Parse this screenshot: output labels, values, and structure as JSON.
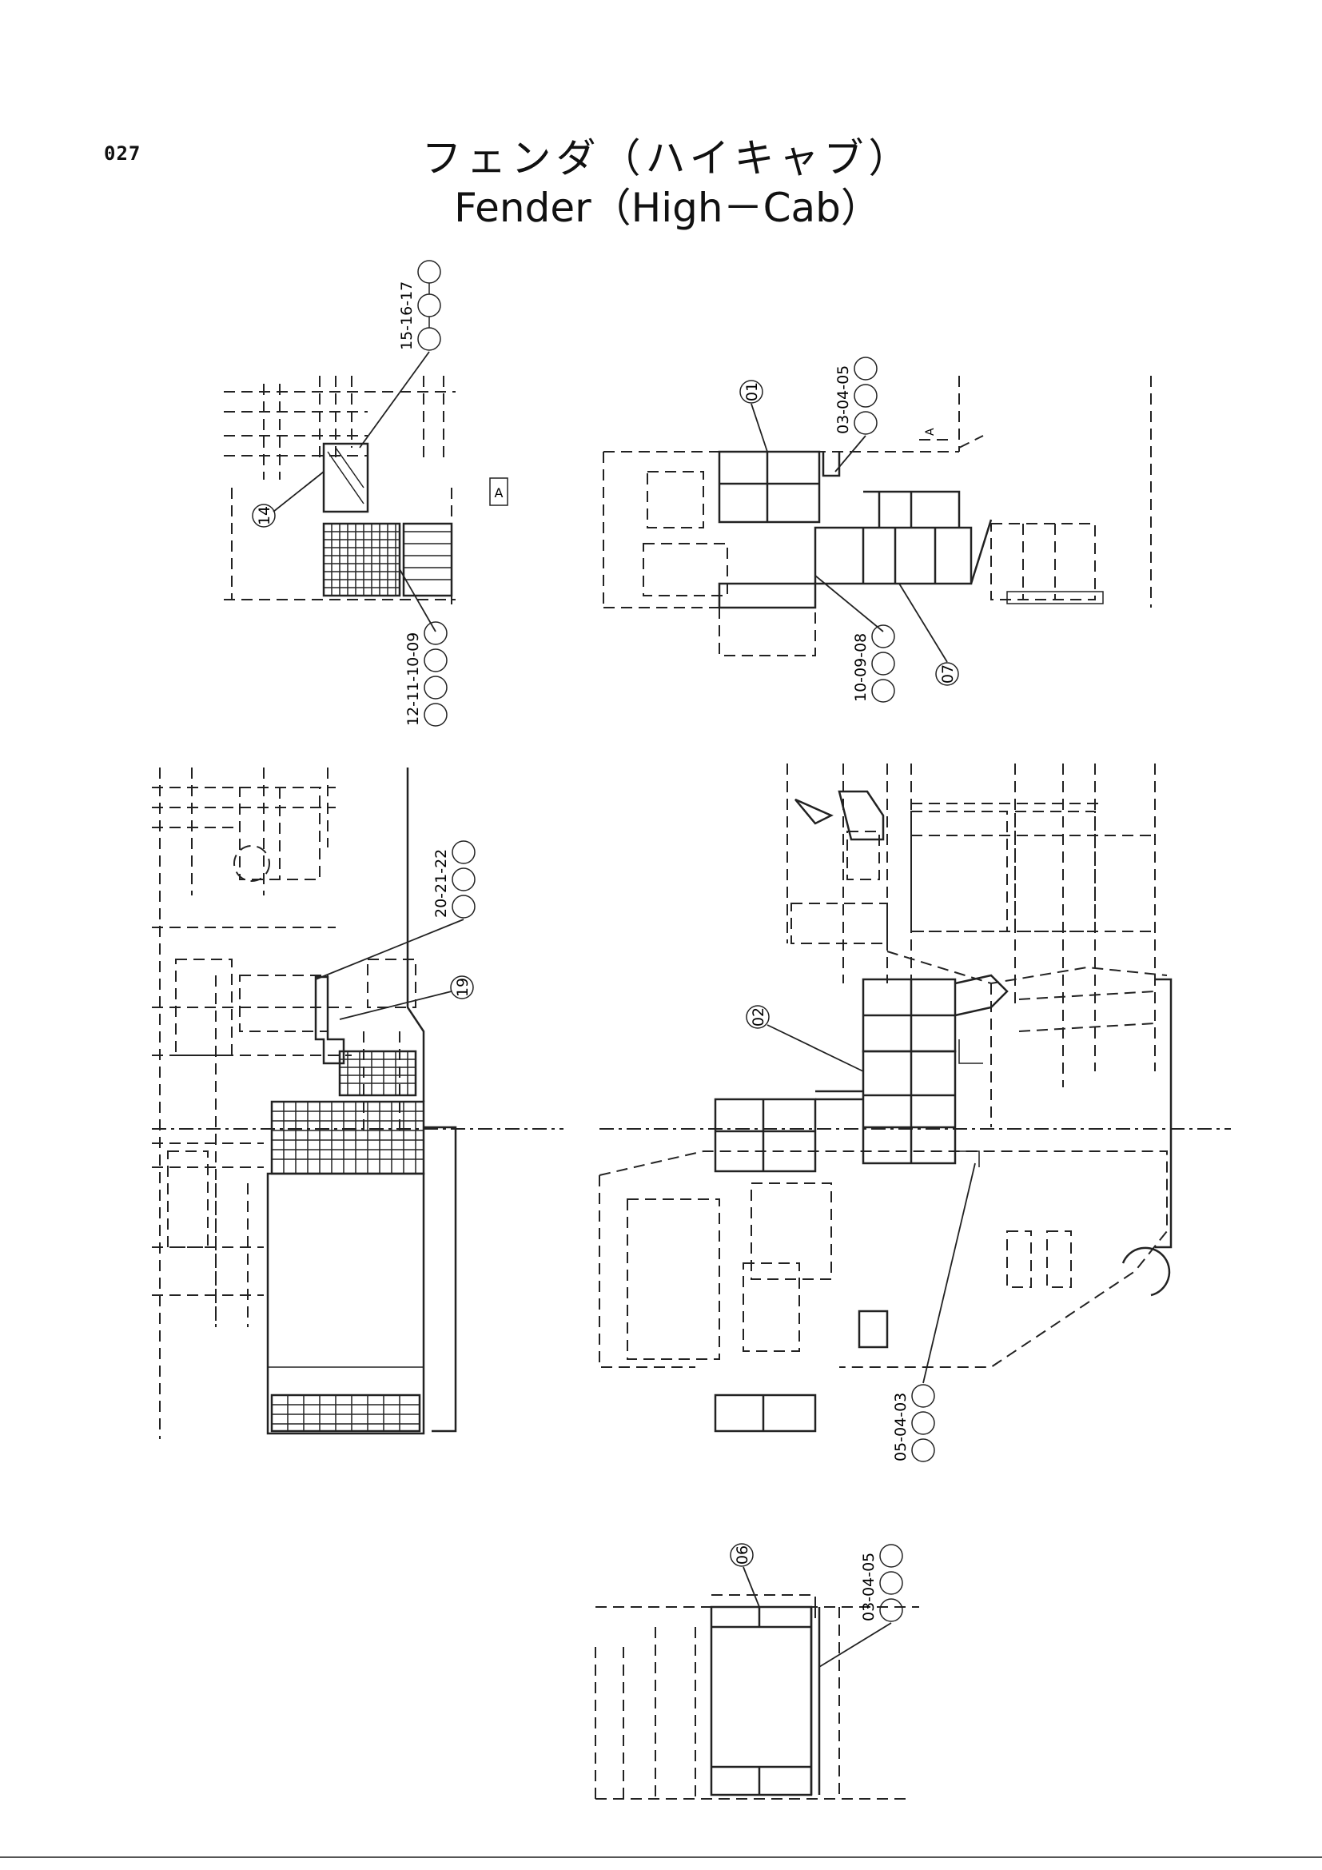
{
  "header": {
    "page_number": "027",
    "title_jp": "フェンダ（ハイキャブ）",
    "title_en": "Fender（High－Cab）"
  },
  "views": {
    "view_a_marker": "A",
    "view_arrow_label": "A"
  },
  "callouts": {
    "c_01": "01",
    "c_02": "02",
    "c_06": "06",
    "c_07": "07",
    "c_14": "14",
    "c_19": "19",
    "c_03_04_05_top": "03-04-05",
    "c_03_04_05_mid": "05-04-03",
    "c_03_04_05_bot": "03-04-05",
    "c_08_09_10": "10-09-08",
    "c_09_10_11_12": "12-11-10-09",
    "c_15_16_17": "15-16-17",
    "c_20_21_22": "20-21-22"
  }
}
